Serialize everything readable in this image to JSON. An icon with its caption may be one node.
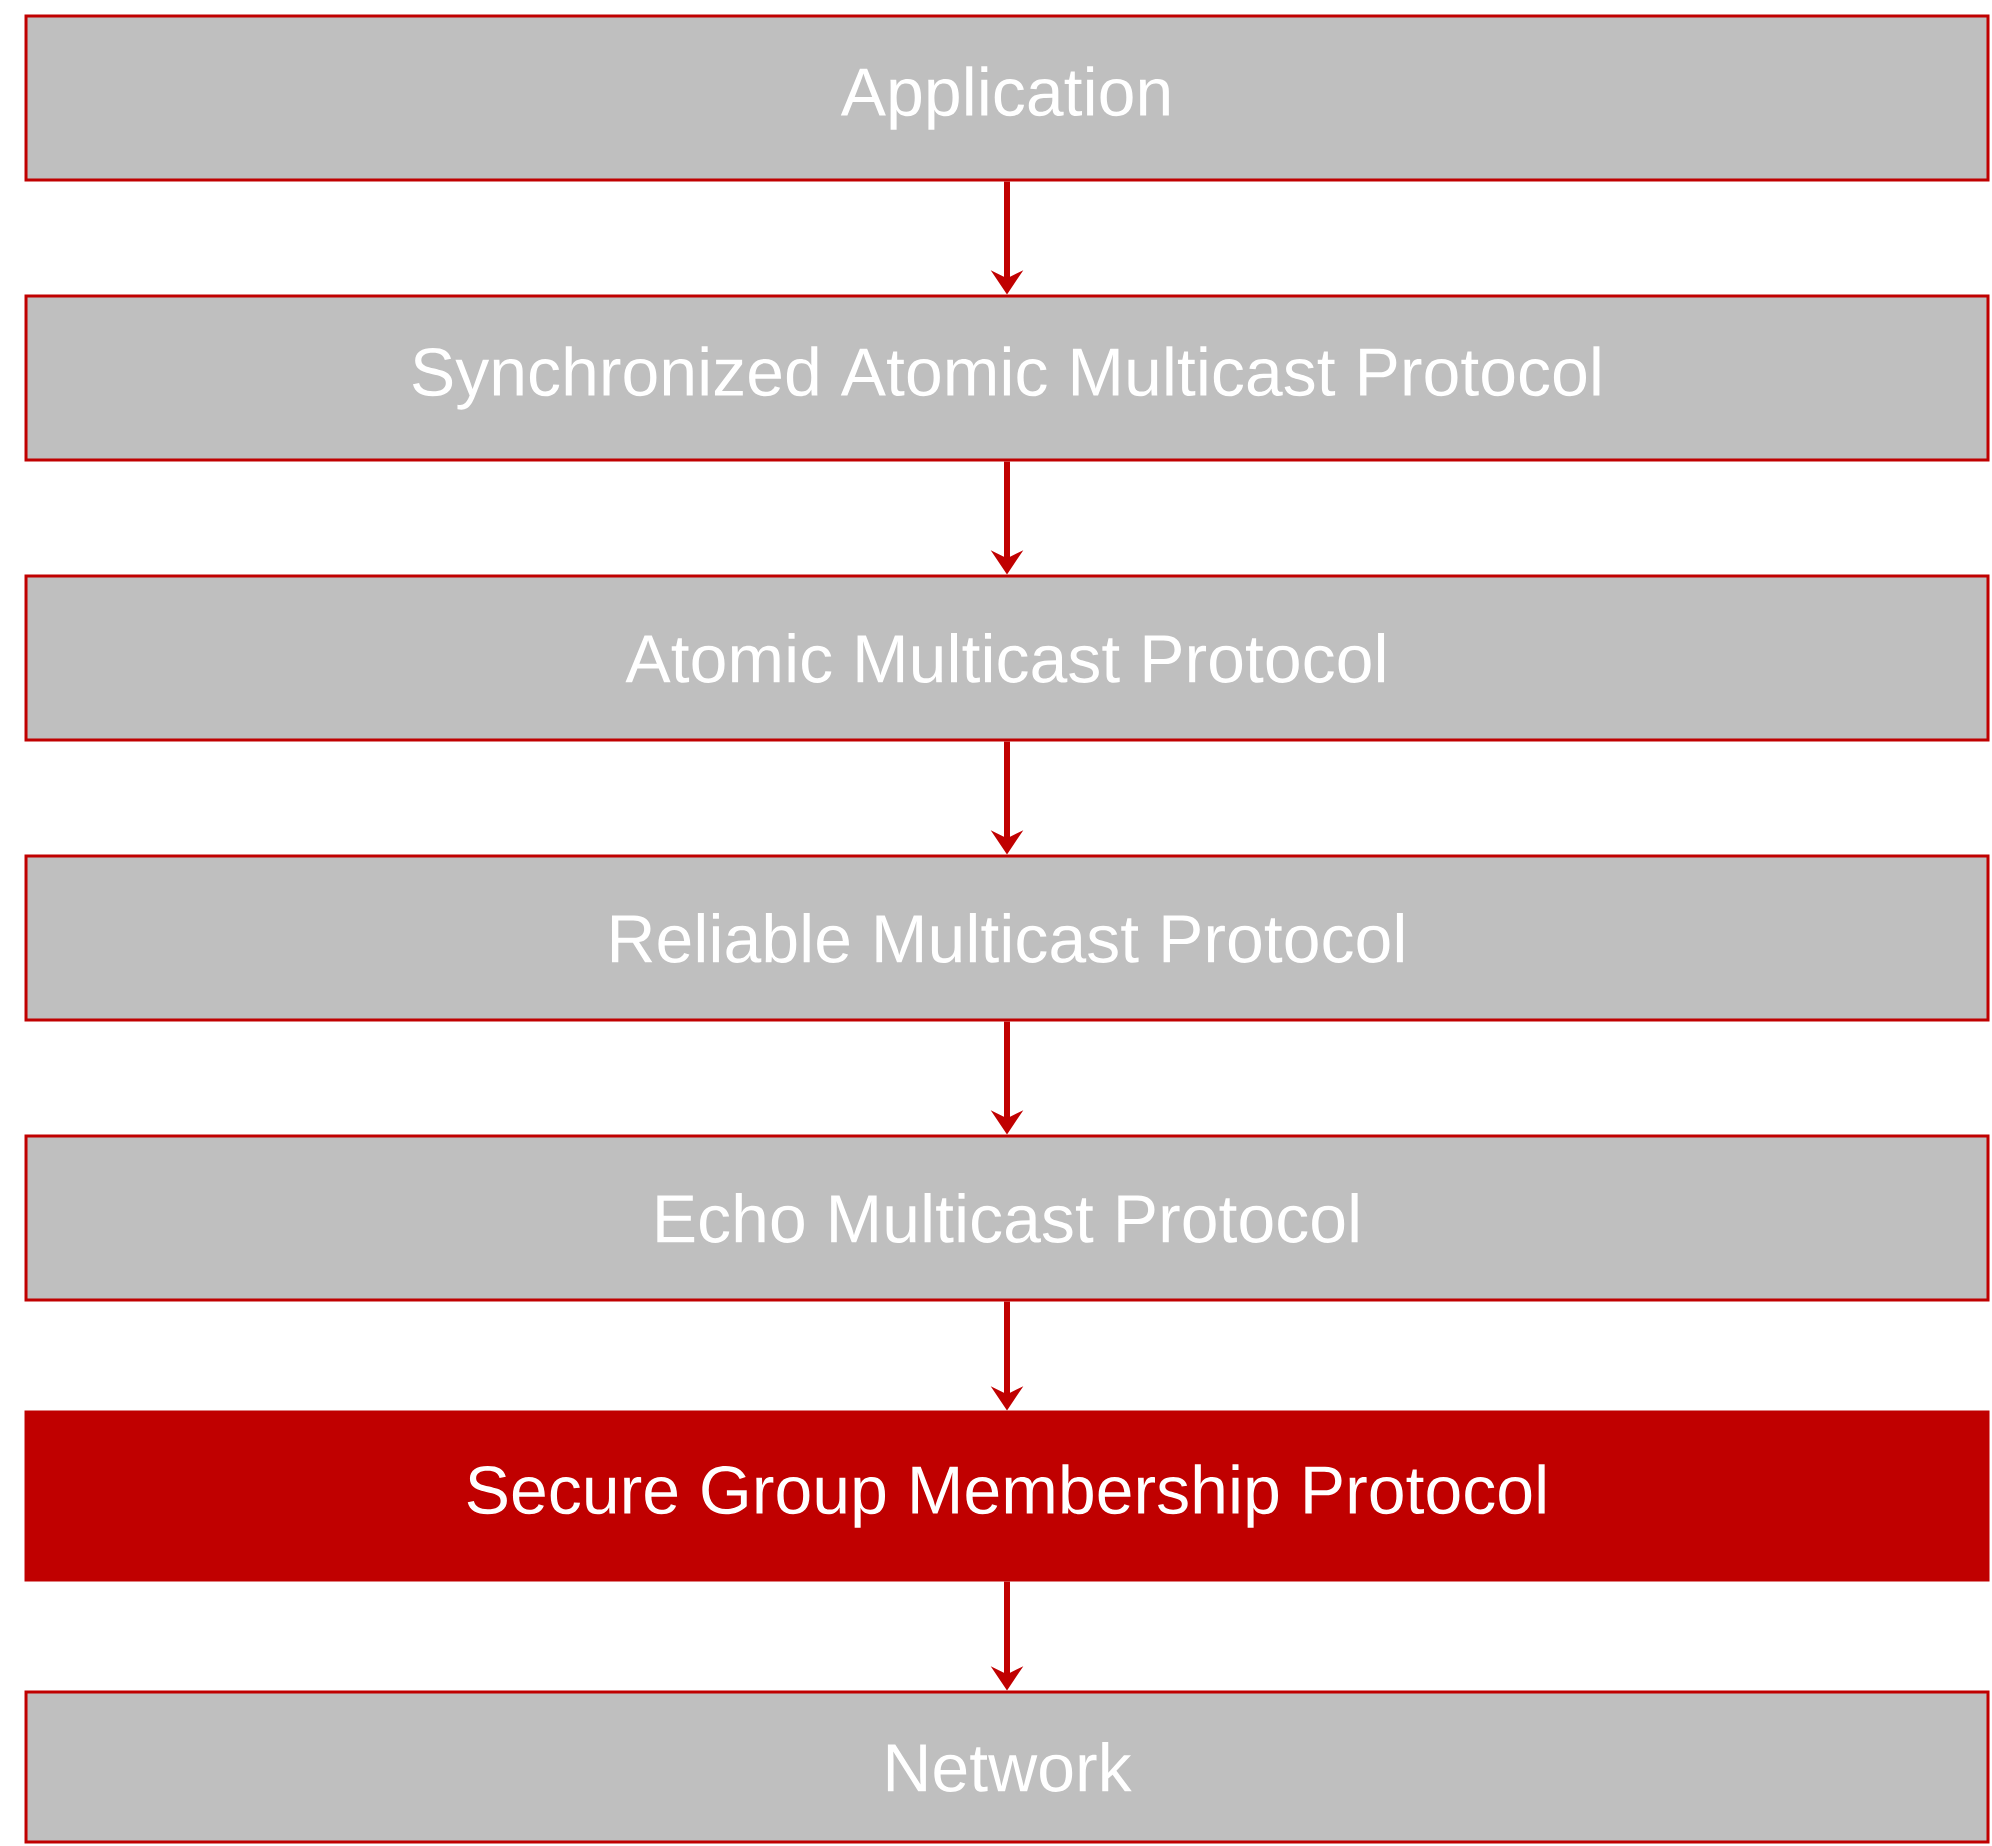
{
  "diagram": {
    "nodes": [
      {
        "text": [
          "Application"
        ]
      },
      {
        "text": [
          "Synchronized Atomic Multicast Protocol"
        ]
      },
      {
        "text": [
          "Atomic Multicast Protocol"
        ]
      },
      {
        "text": [
          "Reliable Multicast Protocol"
        ]
      },
      {
        "text": [
          "Echo Multicast Protocol"
        ]
      },
      {
        "text": [
          "Secure Group Membership Protocol"
        ]
      },
      {
        "text": [
          "Network"
        ]
      }
    ],
    "edges": [
      {
        "from": 0,
        "to": 1,
        "arrow": "to"
      },
      {
        "from": 1,
        "to": 2,
        "arrow": "to"
      },
      {
        "from": 2,
        "to": 3,
        "arrow": "to"
      },
      {
        "from": 3,
        "to": 4,
        "arrow": "to"
      },
      {
        "from": 4,
        "to": 5,
        "arrow": "to"
      },
      {
        "from": 5,
        "to": 6,
        "arrow": "to"
      }
    ]
  }
}
